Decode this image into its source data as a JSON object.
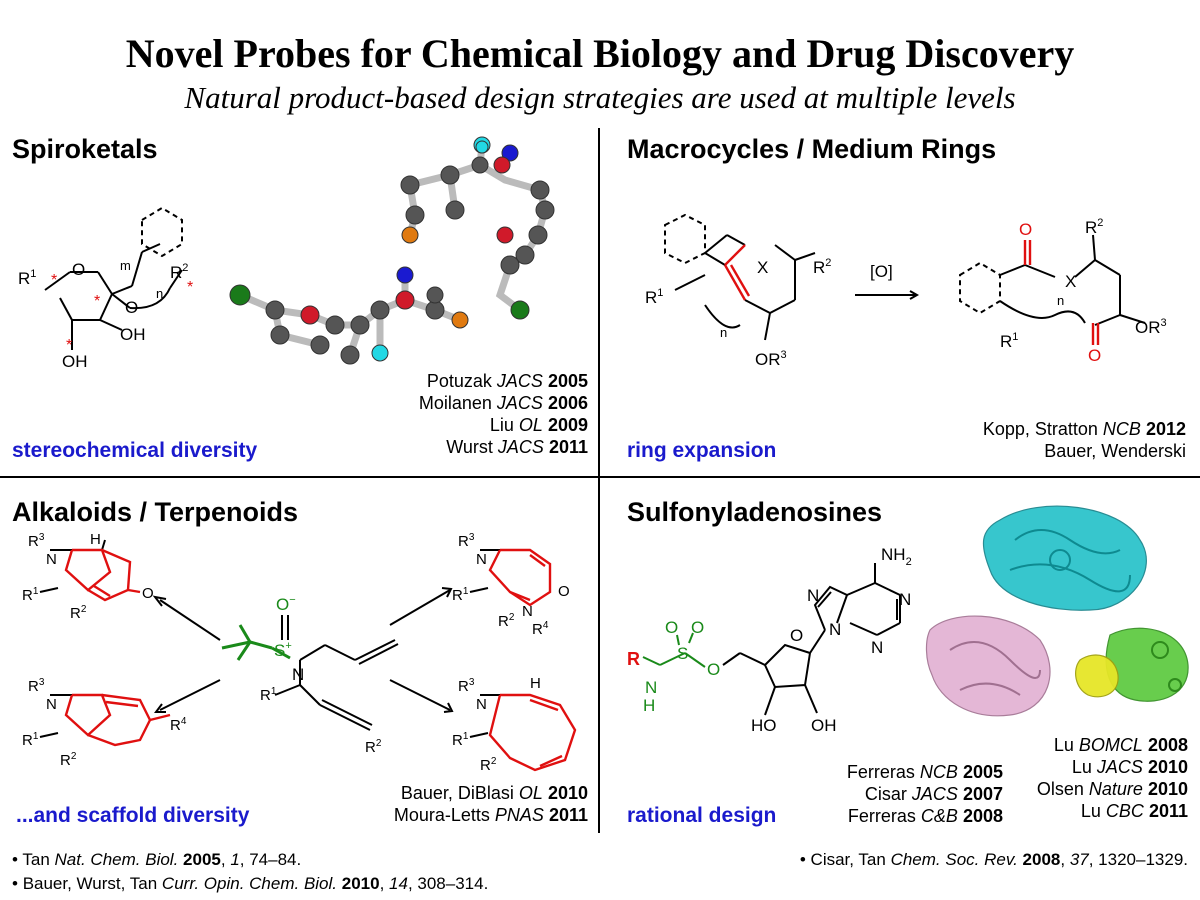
{
  "header": {
    "title": "Novel Probes for Chemical Biology and Drug Discovery",
    "subtitle": "Natural product-based design strategies are used at multiple levels"
  },
  "panels": {
    "spiroketals": {
      "title": "Spiroketals",
      "tag": "stereochemical diversity",
      "refs": [
        {
          "author": "Potuzak",
          "journal": "JACS",
          "year": "2005"
        },
        {
          "author": "Moilanen",
          "journal": "JACS",
          "year": "2006"
        },
        {
          "author": "Liu",
          "journal": "OL",
          "year": "2009"
        },
        {
          "author": "Wurst",
          "journal": "JACS",
          "year": "2011"
        }
      ]
    },
    "macrocycles": {
      "title": "Macrocycles / Medium Rings",
      "tag": "ring expansion",
      "reagent": "[O]",
      "refs_line1": {
        "author": "Kopp, Stratton",
        "journal": "NCB",
        "year": "2012"
      },
      "refs_line2": "Bauer, Wenderski"
    },
    "alkaloids": {
      "title": "Alkaloids / Terpenoids",
      "tag": "...and scaffold diversity",
      "refs": [
        {
          "author": "Bauer, DiBlasi",
          "journal": "OL",
          "year": "2010"
        },
        {
          "author": "Moura-Letts",
          "journal": "PNAS",
          "year": "2011"
        }
      ]
    },
    "sulfonyl": {
      "title": "Sulfonyladenosines",
      "tag": "rational design",
      "refs_left": [
        {
          "author": "Ferreras",
          "journal": "NCB",
          "year": "2005"
        },
        {
          "author": "Cisar",
          "journal": "JACS",
          "year": "2007"
        },
        {
          "author": "Ferreras",
          "journal": "C&B",
          "year": "2008"
        }
      ],
      "refs_right": [
        {
          "author": "Lu",
          "journal": "BOMCL",
          "year": "2008"
        },
        {
          "author": "Lu",
          "journal": "JACS",
          "year": "2010"
        },
        {
          "author": "Olsen",
          "journal": "Nature",
          "year": "2010"
        },
        {
          "author": "Lu",
          "journal": "CBC",
          "year": "2011"
        }
      ]
    }
  },
  "footer": {
    "left1": {
      "bullet": "•",
      "authors": "Tan",
      "journal": "Nat. Chem. Biol.",
      "year": "2005",
      "volume": "1",
      "pages": ", 74–84."
    },
    "left2": {
      "bullet": "•",
      "authors": "Bauer, Wurst, Tan",
      "journal": "Curr. Opin. Chem. Biol.",
      "year": "2010",
      "volume": "14",
      "pages": ", 308–314."
    },
    "right": {
      "bullet": "•",
      "authors": "Cisar, Tan",
      "journal": "Chem. Soc. Rev.",
      "year": "2008",
      "volume": "37",
      "pages": ", 1320–1329."
    }
  },
  "colors": {
    "blue_tag": "#1a1acc",
    "red_bond": "#e01010",
    "green_group": "#1a8a1a",
    "protein_cyan": "#22c0c8",
    "protein_pink": "#e2b0d2",
    "protein_green": "#58c83a",
    "protein_yellow": "#e6e628"
  }
}
